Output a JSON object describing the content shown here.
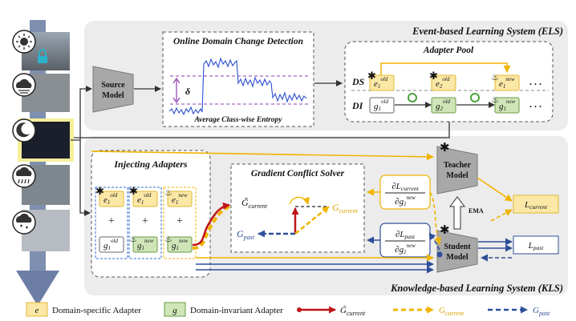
{
  "els": {
    "title": "Event-based Learning System (ELS)"
  },
  "kls": {
    "title": "Knowledge-based Learning System (KLS)"
  },
  "source_model": {
    "line1": "Source",
    "line2": "Model"
  },
  "domain_change": {
    "title": "Online Domain Change Detection",
    "delta": "δ",
    "caption": "Average Class-wise Entropy"
  },
  "adapter_pool": {
    "title": "Adapter Pool",
    "ds_label": "DS",
    "di_label": "DI",
    "e": "e",
    "g": "g",
    "sub1": "1",
    "sub2": "2",
    "old": "old",
    "new": "new",
    "dots": ". . ."
  },
  "injecting": {
    "title": "Injecting Adapters",
    "e": "e",
    "g": "g",
    "sub": "1",
    "old": "old",
    "new": "new",
    "plus": "+"
  },
  "gcs": {
    "title": "Gradient Conflict Solver",
    "g_tilde": "G̃",
    "g_tilde_sub": "current",
    "g_current": "G",
    "g_current_sub": "current",
    "g_past": "G",
    "g_past_sub": "past"
  },
  "grads": {
    "d": "∂",
    "L": "L",
    "current": "current",
    "past": "past",
    "g": "g",
    "one": "1",
    "new": "new"
  },
  "teacher": {
    "line1": "Teacher",
    "line2": "Model"
  },
  "student": {
    "line1": "Student",
    "line2": "Model"
  },
  "ema": "EMA",
  "loss": {
    "L": "L",
    "current": "current",
    "past": "past"
  },
  "legend": {
    "e": "e",
    "e_text": "Domain-specific Adapter",
    "g": "g",
    "g_text": "Domain-invariant Adapter",
    "g_tilde": "G̃",
    "g_tilde_sub": "current",
    "g_cur": "G",
    "g_cur_sub": "current",
    "g_past": "G",
    "g_past_sub": "past"
  },
  "colors": {
    "e_fill": "#fbe8a6",
    "e_stroke": "#e0b830",
    "g_fill": "#cfe5b8",
    "g_stroke": "#6a9a45",
    "yellow_arrow": "#f0b400",
    "blue_arrow": "#2f4f9a",
    "red_arrow": "#c0141a",
    "panel_gray": "#ececec",
    "model_gray": "#a8a8a8"
  }
}
